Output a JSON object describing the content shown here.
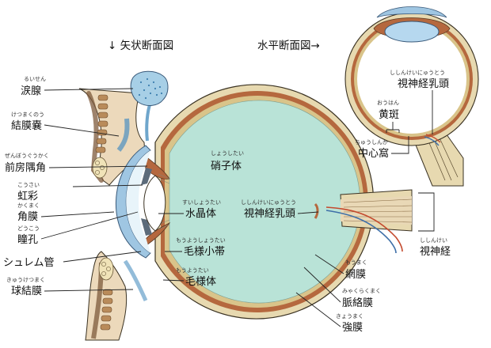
{
  "headers": {
    "sagittal": "↓ 矢状断面図",
    "horizontal": "水平断面図→"
  },
  "labels": {
    "lacrimal_gland": {
      "text": "涙腺",
      "ruby": "るいせん"
    },
    "conjunctival_sac": {
      "text": "結膜嚢",
      "ruby": "けつまくのう"
    },
    "anterior_chamber_angle": {
      "text": "前房隅角",
      "ruby": "ぜんぼうぐうかく"
    },
    "iris": {
      "text": "虹彩",
      "ruby": "こうさい"
    },
    "cornea": {
      "text": "角膜",
      "ruby": "かくまく"
    },
    "pupil": {
      "text": "瞳孔",
      "ruby": "どうこう"
    },
    "schlemm_canal": {
      "text": "シュレム管",
      "ruby": ""
    },
    "bulbar_conjunctiva": {
      "text": "球結膜",
      "ruby": "きゅうけつまく"
    },
    "vitreous_body": {
      "text": "硝子体",
      "ruby": "しょうしたい"
    },
    "lens": {
      "text": "水晶体",
      "ruby": "すいしょうたい"
    },
    "zonule": {
      "text": "毛様小帯",
      "ruby": "もうようしょうたい"
    },
    "ciliary_body": {
      "text": "毛様体",
      "ruby": "もうようたい"
    },
    "optic_disc_sagittal": {
      "text": "視神経乳頭",
      "ruby": "ししんけいにゅうとう"
    },
    "retina": {
      "text": "網膜",
      "ruby": "もうまく"
    },
    "choroid": {
      "text": "脈絡膜",
      "ruby": "みゃくらくまく"
    },
    "sclera": {
      "text": "強膜",
      "ruby": "きょうまく"
    },
    "optic_nerve": {
      "text": "視神経",
      "ruby": "ししんけい"
    },
    "optic_disc_horizontal": {
      "text": "視神経乳頭",
      "ruby": "ししんけいにゅうとう"
    },
    "macula": {
      "text": "黄斑",
      "ruby": "おうはん"
    },
    "fovea": {
      "text": "中心窩",
      "ruby": "ちゅうしんか"
    }
  },
  "colors": {
    "vitreous": "#b9e3d7",
    "sclera": "#e7d9b0",
    "choroid": "#b5683e",
    "retina": "#d9c48a",
    "cornea": "#9fc6e2",
    "lens": "#ffffff",
    "gland": "#a7cfe6",
    "outline": "#3a3222",
    "nerve_red": "#c44a2e",
    "nerve_blue": "#3e6fa8"
  }
}
